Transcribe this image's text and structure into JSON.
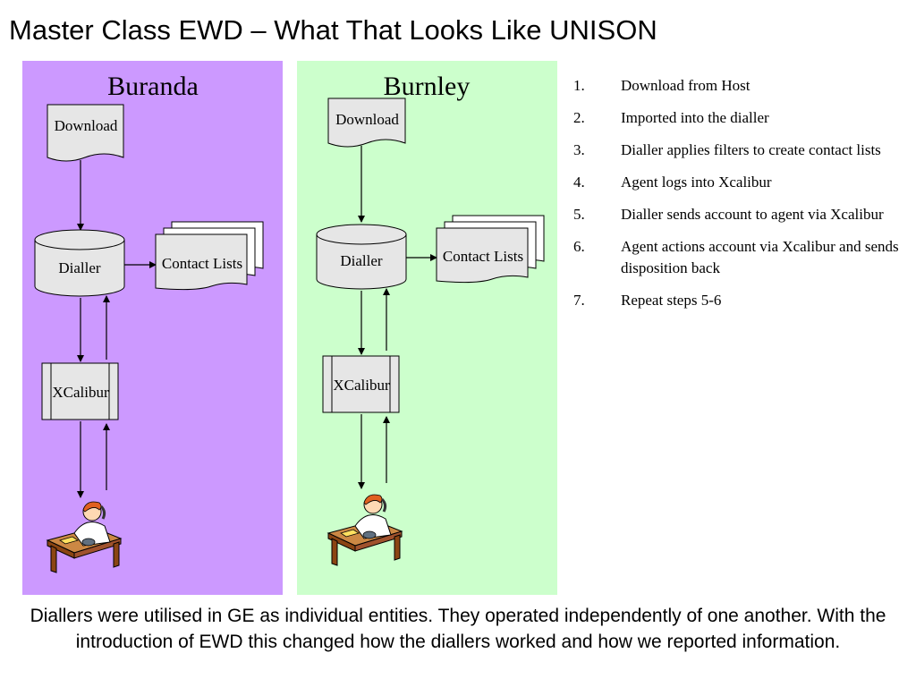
{
  "slide": {
    "title": "Master Class EWD – What That Looks Like UNISON",
    "caption": "Diallers were utilised in GE as individual entities. They operated independently of one another. With the introduction of EWD this changed how the diallers worked and how we reported information."
  },
  "lanes": [
    {
      "title": "Buranda",
      "color": "#cc99ff",
      "download_label": "Download",
      "dialler_label": "Dialler",
      "contact_label": "Contact Lists",
      "xcalibur_label": "XCalibur"
    },
    {
      "title": "Burnley",
      "color": "#ccffcc",
      "download_label": "Download",
      "dialler_label": "Dialler",
      "contact_label": "Contact Lists",
      "xcalibur_label": "XCalibur"
    }
  ],
  "steps": [
    {
      "num": "1.",
      "text": "Download from Host"
    },
    {
      "num": "2.",
      "text": "Imported into the dialler"
    },
    {
      "num": "3.",
      "text": "Dialler applies filters to create contact lists"
    },
    {
      "num": "4.",
      "text": "Agent logs into Xcalibur"
    },
    {
      "num": "5.",
      "text": "Dialler sends account to agent via Xcalibur"
    },
    {
      "num": "6.",
      "text": "Agent actions account via Xcalibur and sends disposition back"
    },
    {
      "num": "7.",
      "text": "Repeat steps 5-6"
    }
  ],
  "colors": {
    "shape_fill": "#e6e6e6",
    "stroke": "#000000",
    "agent_hair": "#e06020",
    "desk": "#a0522d"
  },
  "icons": [
    "agent-at-desk-icon"
  ]
}
